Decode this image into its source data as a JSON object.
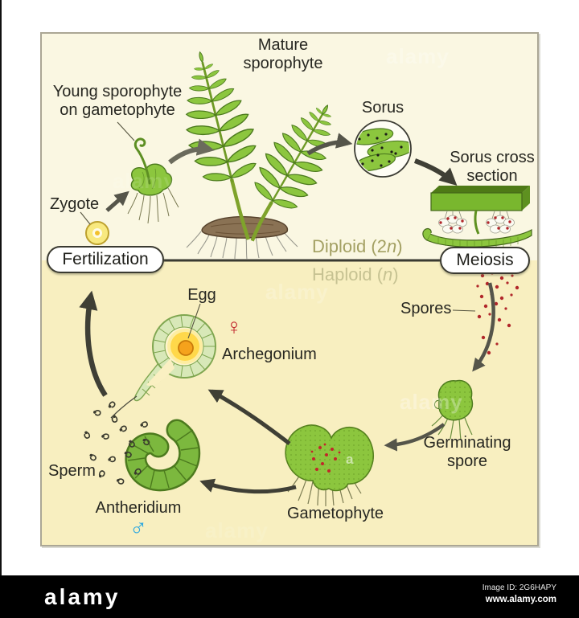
{
  "diagram": {
    "pills": {
      "fertilization": "Fertilization",
      "meiosis": "Meiosis"
    },
    "stage": {
      "diploid_prefix": "Diploid (2",
      "haploid_prefix": "Haploid (",
      "n": "n",
      "close": ")"
    },
    "labels": {
      "young_sporophyte_l1": "Young sporophyte",
      "young_sporophyte_l2": "on gametophyte",
      "mature_sporophyte_l1": "Mature",
      "mature_sporophyte_l2": "sporophyte",
      "zygote": "Zygote",
      "sorus": "Sorus",
      "sorus_cross_l1": "Sorus cross",
      "sorus_cross_l2": "section",
      "spores": "Spores",
      "germinating_spore_l1": "Germinating",
      "germinating_spore_l2": "spore",
      "gametophyte": "Gametophyte",
      "antheridium": "Antheridium",
      "sperm": "Sperm",
      "egg": "Egg",
      "archegonium": "Archegonium"
    },
    "symbols": {
      "female": "♀",
      "male": "♂"
    },
    "colors": {
      "diploid_zone_bg": "#FAF7E2",
      "haploid_zone_bg": "#F8EFC0",
      "fern_green": "#8CC63E",
      "fern_outline": "#4C7A1E",
      "spore_red": "#B1272A",
      "female_red": "#C1272D",
      "male_blue": "#2FA8DF",
      "diploid_text": "#A3A063",
      "haploid_text": "#C6C292"
    }
  },
  "watermark": {
    "text": "alamy",
    "letter": "a"
  },
  "footer": {
    "logo": "alamy",
    "image_id": "Image ID: 2G6HAPY",
    "url": "www.alamy.com"
  }
}
